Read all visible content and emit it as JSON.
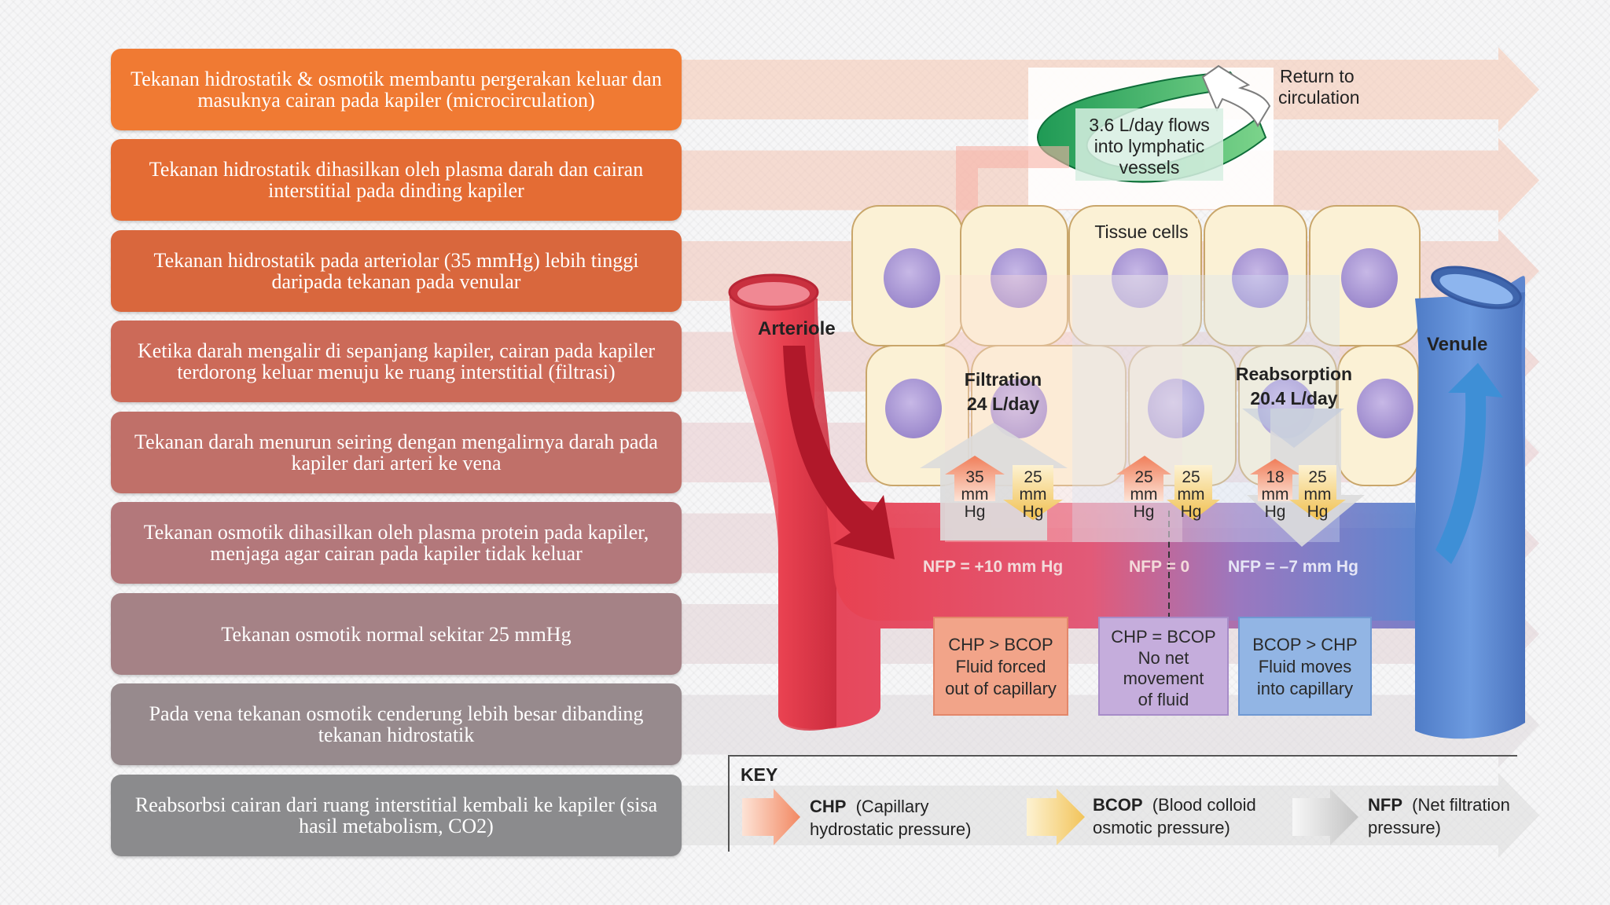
{
  "steps": [
    {
      "text": "Tekanan hidrostatik & osmotik membantu pergerakan keluar dan masuknya cairan pada kapiler (microcirculation)",
      "color": "#f07a33"
    },
    {
      "text": "Tekanan hidrostatik dihasilkan oleh plasma darah dan cairan interstitial pada dinding kapiler",
      "color": "#e46c34"
    },
    {
      "text": "Tekanan hidrostatik pada arteriolar (35 mmHg) lebih tinggi daripada tekanan pada venular",
      "color": "#d9673d"
    },
    {
      "text": "Ketika darah mengalir di sepanjang kapiler, cairan pada kapiler terdorong keluar menuju ke ruang interstitial (filtrasi)",
      "color": "#cc6a58"
    },
    {
      "text": "Tekanan darah menurun seiring dengan mengalirnya darah pada kapiler dari arteri ke vena",
      "color": "#c07069"
    },
    {
      "text": "Tekanan osmotik dihasilkan oleh plasma protein pada kapiler, menjaga agar cairan pada kapiler tidak keluar",
      "color": "#b3787b"
    },
    {
      "text": "Tekanan osmotik normal sekitar 25 mmHg",
      "color": "#a58286"
    },
    {
      "text": "Pada vena tekanan osmotik cenderung lebih besar dibanding tekanan hidrostatik",
      "color": "#978a8d"
    },
    {
      "text": "Reabsorbsi cairan dari ruang interstitial kembali ke kapiler (sisa hasil metabolism, CO2)",
      "color": "#8b8b8d"
    }
  ],
  "diagram": {
    "return_label": [
      "Return to",
      "circulation"
    ],
    "lymph_label": [
      "3.6 L/day flows",
      "into lymphatic",
      "vessels"
    ],
    "tissue_label": "Tissue  cells",
    "arteriole_label": "Arteriole",
    "venule_label": "Venule",
    "filtration_label": [
      "Filtration",
      "24 L/day"
    ],
    "reabsorption_label": [
      "Reabsorption",
      "20.4 L/day"
    ],
    "pressures": {
      "p1": [
        "35",
        "mm",
        "Hg"
      ],
      "p2": [
        "25",
        "mm",
        "Hg"
      ],
      "p3": [
        "25",
        "mm",
        "Hg"
      ],
      "p4": [
        "25",
        "mm",
        "Hg"
      ],
      "p5": [
        "18",
        "mm",
        "Hg"
      ],
      "p6": [
        "25",
        "mm",
        "Hg"
      ]
    },
    "nfp": {
      "left": "NFP = +10 mm Hg",
      "mid": "NFP = 0",
      "right": "NFP = –7 mm Hg"
    },
    "boxes": {
      "left": [
        "CHP > BCOP",
        "Fluid forced",
        "out of capillary"
      ],
      "mid": [
        "CHP = BCOP",
        "No net",
        "movement",
        "of fluid"
      ],
      "right": [
        "BCOP > CHP",
        "Fluid moves",
        "into capillary"
      ]
    },
    "key": {
      "title": "KEY",
      "chp_abbr": "CHP",
      "chp_desc": [
        "(Capillary",
        "hydrostatic pressure)"
      ],
      "bcop_abbr": "BCOP",
      "bcop_desc": [
        "(Blood colloid",
        "osmotic pressure)"
      ],
      "nfp_abbr": "NFP",
      "nfp_desc": [
        "(Net filtration",
        "pressure)"
      ]
    }
  }
}
